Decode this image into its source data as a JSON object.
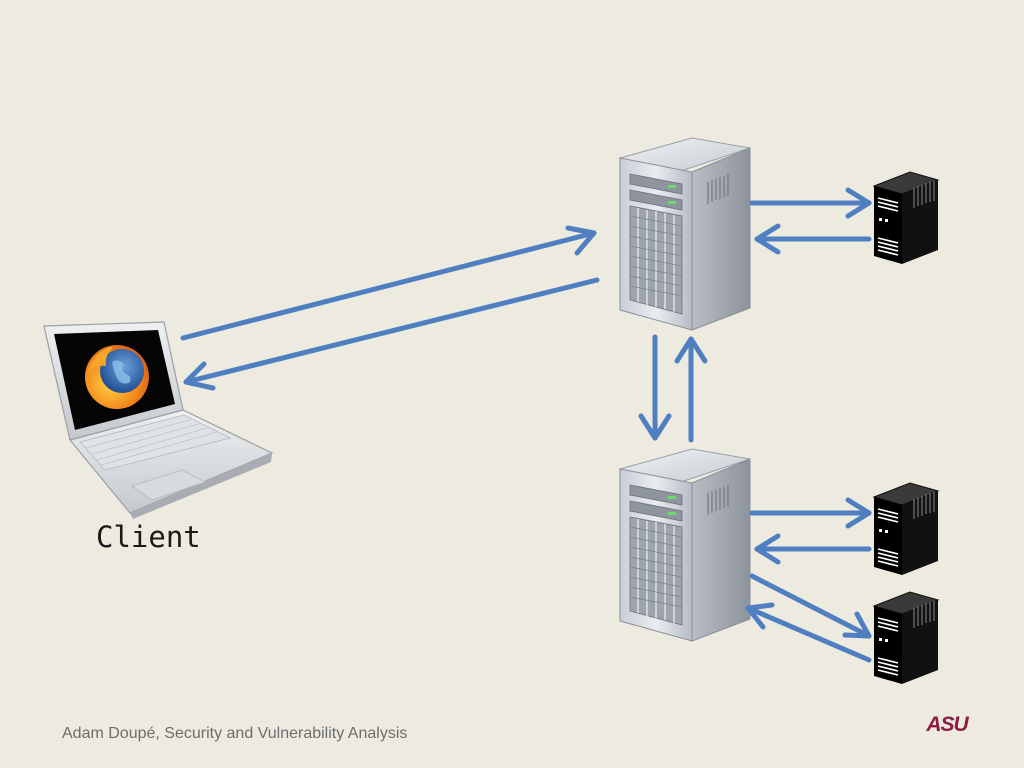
{
  "diagram": {
    "client_label": "Client",
    "icons": {
      "client": "laptop-browser-icon",
      "web_server": "server-tower-icon",
      "app_server": "server-tower-icon",
      "backend": "small-server-icon"
    },
    "colors": {
      "background": "#edeae0",
      "arrow": "#4f7fc0",
      "footer_text": "#6d6d6d",
      "logo": "#8c1d40"
    }
  },
  "footer": {
    "text": "Adam Doupé, Security and Vulnerability Analysis"
  },
  "logo": {
    "text": "ASU"
  }
}
